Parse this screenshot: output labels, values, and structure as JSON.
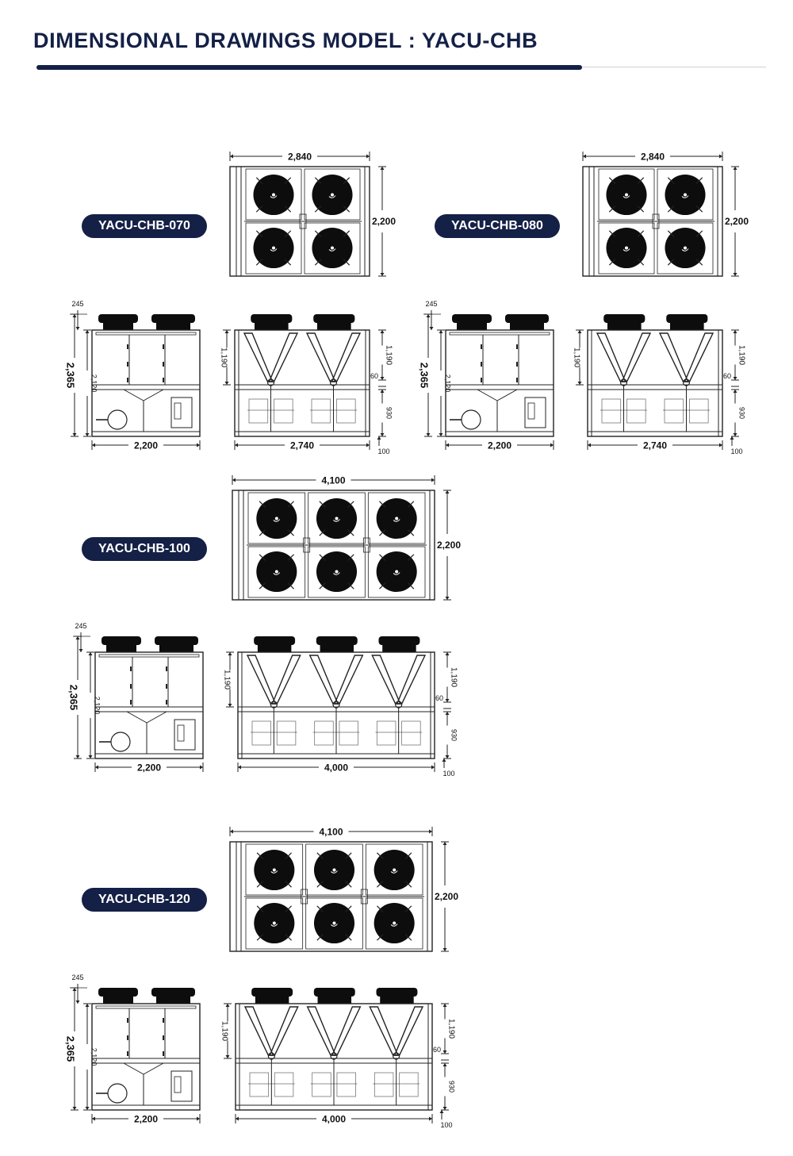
{
  "header": {
    "title": "DIMENSIONAL DRAWINGS MODEL : YACU-CHB"
  },
  "colors": {
    "navy": "#142046",
    "line": "#222222",
    "fan": "#0d0d0d"
  },
  "models": [
    {
      "name": "YACU-CHB-070",
      "fans_cols": 2,
      "top": {
        "width_label": "2,840",
        "depth_label": "2,200"
      },
      "side": {
        "top_offset": "245",
        "overall_height": "2,365",
        "body_height": "2,120",
        "width_label": "2,200"
      },
      "front": {
        "coil_height": "1,190",
        "coil_height_right": "1,190",
        "gap": "60",
        "base_height": "930",
        "width_label": "2,740",
        "foot": "100"
      }
    },
    {
      "name": "YACU-CHB-080",
      "fans_cols": 2,
      "top": {
        "width_label": "2,840",
        "depth_label": "2,200"
      },
      "side": {
        "top_offset": "245",
        "overall_height": "2,365",
        "body_height": "2,120",
        "width_label": "2,200"
      },
      "front": {
        "coil_height": "1,190",
        "coil_height_right": "1,190",
        "gap": "60",
        "base_height": "930",
        "width_label": "2,740",
        "foot": "100"
      }
    },
    {
      "name": "YACU-CHB-100",
      "fans_cols": 3,
      "top": {
        "width_label": "4,100",
        "depth_label": "2,200"
      },
      "side": {
        "top_offset": "245",
        "overall_height": "2,365",
        "body_height": "2,120",
        "width_label": "2,200"
      },
      "front": {
        "coil_height": "1,190",
        "coil_height_right": "1,190",
        "gap": "60",
        "base_height": "930",
        "width_label": "4,000",
        "foot": "100"
      }
    },
    {
      "name": "YACU-CHB-120",
      "fans_cols": 3,
      "top": {
        "width_label": "4,100",
        "depth_label": "2,200"
      },
      "side": {
        "top_offset": "245",
        "overall_height": "2,365",
        "body_height": "2,120",
        "width_label": "2,200"
      },
      "front": {
        "coil_height": "1,190",
        "coil_height_right": "1,190",
        "gap": "60",
        "base_height": "930",
        "width_label": "4,000",
        "foot": "100"
      }
    }
  ]
}
